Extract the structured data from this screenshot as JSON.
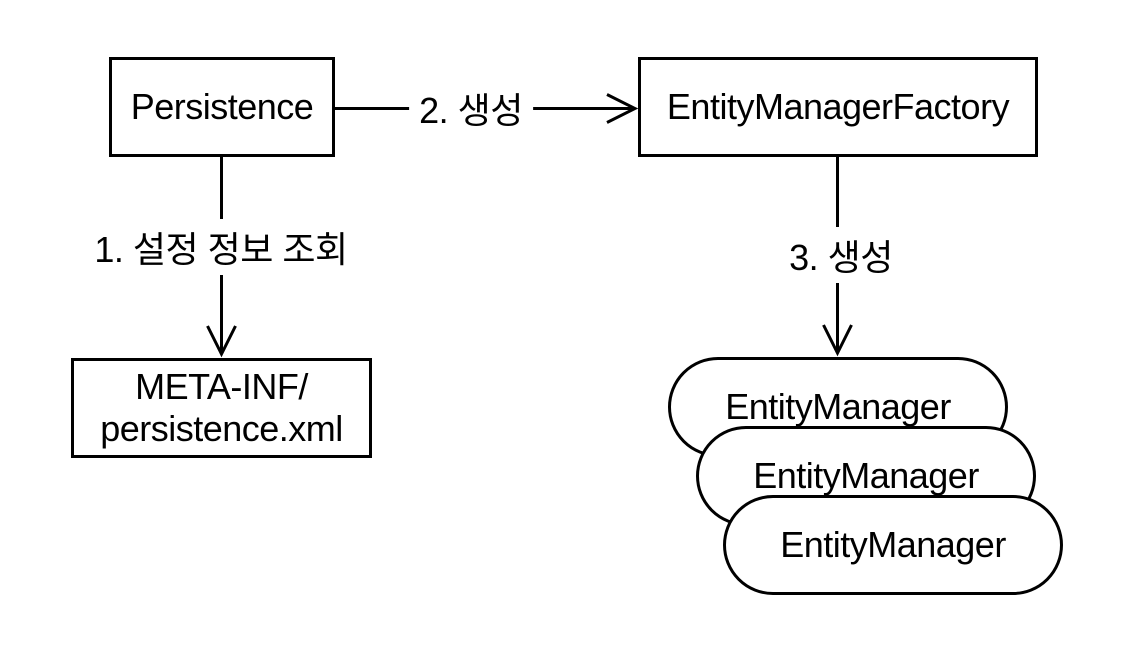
{
  "diagram": {
    "background_color": "#ffffff",
    "stroke_color": "#000000",
    "text_color": "#000000",
    "nodes": {
      "persistence": {
        "label": "Persistence",
        "shape": "rect"
      },
      "entity_manager_factory": {
        "label": "EntityManagerFactory",
        "shape": "rect"
      },
      "persistence_xml": {
        "label_line1": "META-INF/",
        "label_line2": "persistence.xml",
        "shape": "rect"
      },
      "entity_managers": [
        {
          "label": "EntityManager",
          "shape": "stadium"
        },
        {
          "label": "EntityManager",
          "shape": "stadium"
        },
        {
          "label": "EntityManager",
          "shape": "stadium"
        }
      ]
    },
    "edges": {
      "step1": {
        "label": "1. 설정 정보 조회",
        "from": "persistence",
        "to": "persistence_xml",
        "direction": "down"
      },
      "step2": {
        "label": "2. 생성",
        "from": "persistence",
        "to": "entity_manager_factory",
        "direction": "right"
      },
      "step3": {
        "label": "3. 생성",
        "from": "entity_manager_factory",
        "to": "entity_managers",
        "direction": "down"
      }
    }
  }
}
